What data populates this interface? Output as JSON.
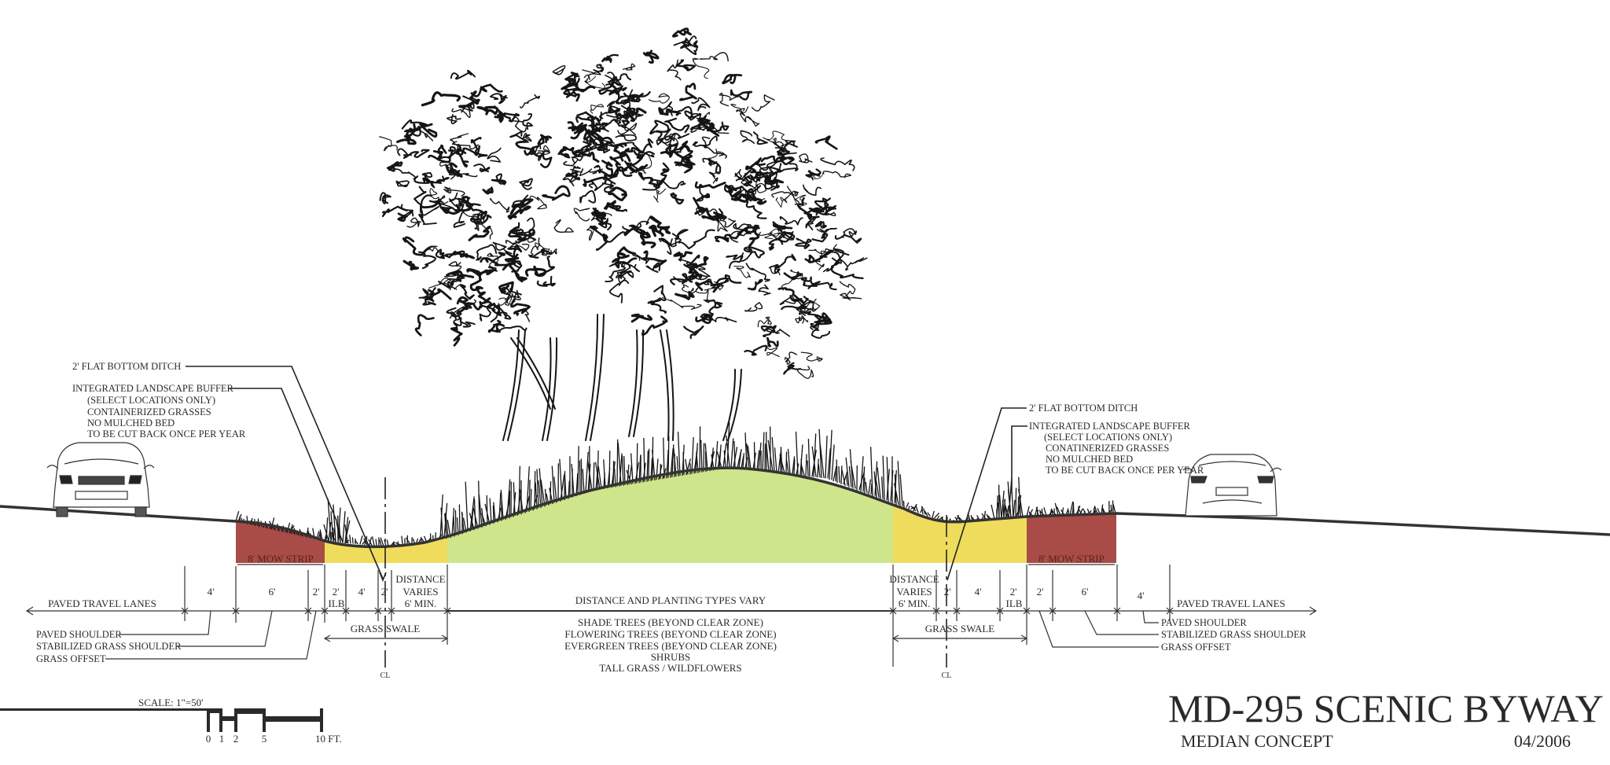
{
  "title": {
    "main": "MD-295 SCENIC BYWAY",
    "subtitle": "MEDIAN CONCEPT",
    "date": "04/2006"
  },
  "colors": {
    "mow_strip": "#a94b46",
    "grass_swale": "#efdc5c",
    "planting_area": "#cfe58b",
    "line": "#222222"
  },
  "left_callouts": {
    "ditch": "2' FLAT BOTTOM DITCH",
    "ilb_title": "INTEGRATED LANDSCAPE BUFFER",
    "ilb_lines": [
      "(SELECT LOCATIONS ONLY)",
      "CONTAINERIZED GRASSES",
      "NO MULCHED BED",
      "TO BE CUT BACK ONCE PER YEAR"
    ]
  },
  "right_callouts": {
    "ditch": "2' FLAT BOTTOM DITCH",
    "ilb_title": "INTEGRATED LANDSCAPE BUFFER",
    "ilb_lines": [
      "(SELECT LOCATIONS ONLY)",
      "CONATINERIZED GRASSES",
      "NO MULCHED BED",
      "TO BE CUT BACK ONCE PER YEAR"
    ]
  },
  "zones": {
    "mow_strip": "8' MOW STRIP",
    "grass_swale": "GRASS SWALE",
    "centerline": "CL"
  },
  "dimensions": {
    "paved_travel_lanes": "PAVED TRAVEL LANES",
    "paved_shoulder": "4'",
    "grass_shoulder": "6'",
    "grass_offset": "2'",
    "ilb": "2'",
    "ilb_abbr": "ILB",
    "swale_slope": "4'",
    "ditch": "2'",
    "distance_varies": [
      "DISTANCE",
      "VARIES",
      "6' MIN."
    ],
    "center": "DISTANCE AND PLANTING TYPES VARY"
  },
  "leader_labels": {
    "paved_shoulder": "PAVED SHOULDER",
    "stabilized_grass_shoulder": "STABILIZED GRASS SHOULDER",
    "grass_offset": "GRASS OFFSET"
  },
  "planting_list": [
    "SHADE TREES (BEYOND CLEAR ZONE)",
    "FLOWERING TREES (BEYOND CLEAR ZONE)",
    "EVERGREEN TREES (BEYOND CLEAR ZONE)",
    "SHRUBS",
    "TALL GRASS / WILDFLOWERS"
  ],
  "scale": {
    "label": "SCALE: 1\"=50'",
    "ticks": [
      "0",
      "1",
      "2",
      "5",
      "10 FT."
    ]
  }
}
